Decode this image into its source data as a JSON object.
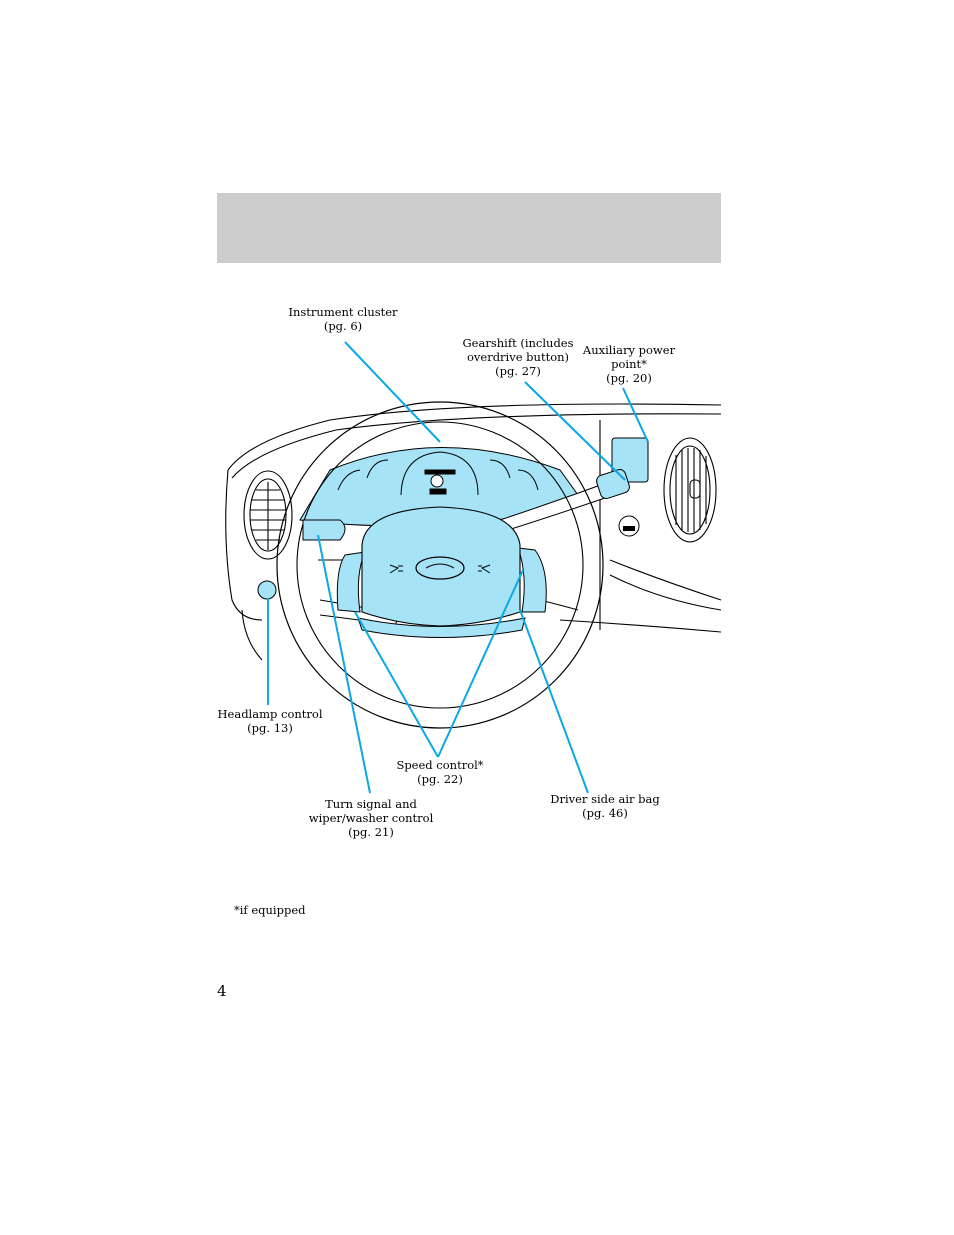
{
  "header": {
    "title": ""
  },
  "labels": {
    "instrument_cluster": "Instrument cluster\n(pg. 6)",
    "gearshift": "Gearshift (includes\noverdrive button)\n(pg. 27)",
    "aux_power": "Auxiliary power\npoint*\n(pg. 20)",
    "headlamp": "Headlamp control\n(pg. 13)",
    "speed_control": "Speed control*\n(pg. 22)",
    "turn_signal": "Turn signal and\nwiper/washer control\n(pg. 21)",
    "airbag": "Driver side air bag\n(pg. 46)"
  },
  "footnote": "*if equipped",
  "page_number": "4",
  "colors": {
    "highlight": "#a6e3f7",
    "leader": "#0aa8e6",
    "header_bar": "#cccccc"
  },
  "icons": {
    "emblem": "ford-oval-icon",
    "horn_left": "horn-icon",
    "horn_right": "horn-icon"
  }
}
